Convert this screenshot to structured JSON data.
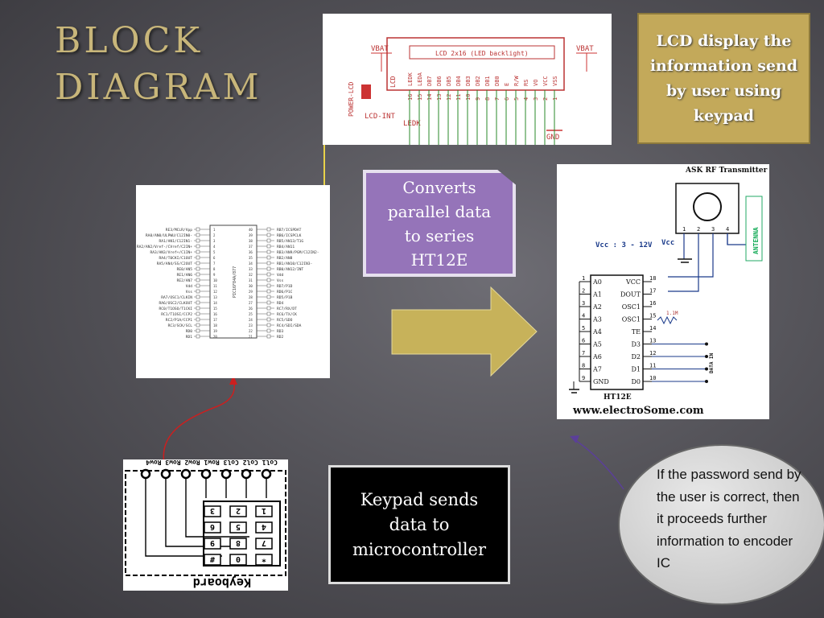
{
  "title": {
    "line1": "BLOCK",
    "line2": "DIAGRAM"
  },
  "lcd_schematic": {
    "vbat_left": "VBAT",
    "vbat_right": "VBAT",
    "lcd_label": "LCD 2x16 (LED backlight)",
    "lcd_side": "LCD",
    "power_lcd": "POWER-LCD",
    "lcd_int": "LCD-INT",
    "ledk": "LEDK",
    "gnd": "GND",
    "pin_names": [
      "LEDK",
      "LEDA",
      "DB7",
      "DB6",
      "DB5",
      "DB4",
      "DB3",
      "DB2",
      "DB1",
      "DB0",
      "E",
      "R/W",
      "RS",
      "VO",
      "VCC",
      "VSS"
    ],
    "pin_numbers": [
      "16",
      "15",
      "14",
      "13",
      "12",
      "11",
      "10",
      "9",
      "8",
      "7",
      "6",
      "5",
      "4",
      "3",
      "2",
      "1"
    ]
  },
  "lcd_note": {
    "text": "LCD display the information send by user using keypad"
  },
  "convert_note": {
    "line1": "Converts",
    "line2": "parallel data",
    "line3": "to series",
    "line4": "HT12E"
  },
  "keypad_note": {
    "line1": "Keypad sends",
    "line2": "data to",
    "line3": "microcontroller"
  },
  "oval_note": {
    "text": "If the password send by the user is correct, then it proceeds further information to encoder IC"
  },
  "pic_chip": {
    "chip_label": "PIC16F84A/877",
    "left_pins": [
      "RE3/MCLR/Vpp",
      "RA0/AN0/ULPWU/C12IN0-",
      "RA1/AN1/C12IN1-",
      "RA2/AN2/Vref-/CVref/C2IN+",
      "RA3/AN3/Vref+/C1IN+",
      "RA4/T0CKI/C1OUT",
      "RA5/AN4/SS/C2OUT",
      "RE0/AN5",
      "RE1/AN6",
      "RE2/AN7",
      "Vdd",
      "Vss",
      "RA7/OSC1/CLKIN",
      "RA6/OSC2/CLKOUT",
      "RC0/T1OSO/T1CKI",
      "RC1/T1OSI/CCP2",
      "RC2/P1A/CCP1",
      "RC3/SCK/SCL",
      "RD0",
      "RD1"
    ],
    "right_pins": [
      "RB7/ICSPDAT",
      "RB6/ICSPCLK",
      "RB5/AN13/T1G",
      "RB4/AN11",
      "RB3/AN9/PGM/C12IN2-",
      "RB2/AN8",
      "RB1/AN10/C12IN3-",
      "RB0/AN12/INT",
      "Vdd",
      "Vss",
      "RD7/P1D",
      "RD6/P1C",
      "RD5/P1B",
      "RD4",
      "RC7/RX/DT",
      "RC6/TX/CK",
      "RC5/SDO",
      "RC4/SDI/SDA",
      "RD3",
      "RD2"
    ]
  },
  "encoder": {
    "transmitter": "ASK RF Transmitter",
    "antenna": "ANTENNA",
    "vcc_range": "Vcc : 3 - 12V",
    "vcc": "Vcc",
    "tx_pins": [
      "1",
      "2",
      "3",
      "4"
    ],
    "left_pins": [
      "A0",
      "A1",
      "A2",
      "A3",
      "A4",
      "A5",
      "A6",
      "A7",
      "GND"
    ],
    "left_nums": [
      "1",
      "2",
      "3",
      "4",
      "5",
      "6",
      "7",
      "8",
      "9"
    ],
    "right_pins": [
      "VCC",
      "DOUT",
      "OSC1",
      "OSC1",
      "TE",
      "D3",
      "D2",
      "D1",
      "D0"
    ],
    "right_nums": [
      "18",
      "17",
      "16",
      "15",
      "14",
      "13",
      "12",
      "11",
      "10"
    ],
    "resistor": "1.1M",
    "data_in": "DATA IN",
    "chip": "HT12E",
    "site": "www.electroSome.com"
  },
  "keypad": {
    "header": "Col1 Col2 Col3 Row1 Row2 Row3 Row4",
    "keys": [
      "1",
      "2",
      "3",
      "4",
      "5",
      "6",
      "7",
      "8",
      "9",
      "*",
      "0",
      "#"
    ],
    "label": "Keyboard"
  },
  "colors": {
    "title": "#c8b67a",
    "lcd_note_bg": "#c3a95a",
    "convert_bg": "#9574b9",
    "arrow": "#c7b25a",
    "red_line": "#cc1f1f",
    "purple_line": "#5b3f99"
  }
}
